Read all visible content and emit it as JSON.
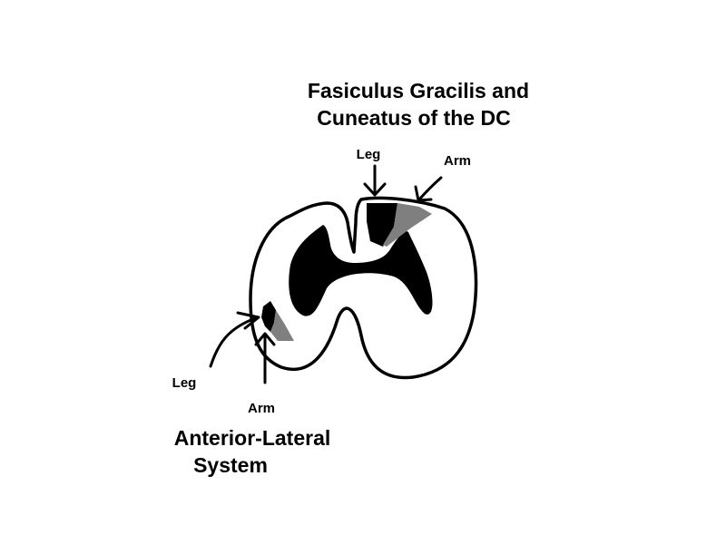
{
  "labels": {
    "dc_title_line1": "Fasiculus Gracilis and",
    "dc_title_line2": "Cuneatus of the DC",
    "dc_leg": "Leg",
    "dc_arm": "Arm",
    "al_leg": "Leg",
    "al_arm": "Arm",
    "al_title_line1": "Anterior-Lateral",
    "al_title_line2": "System"
  },
  "colors": {
    "outline": "#000000",
    "gray_matter": "#000000",
    "leg_region": "#000000",
    "arm_region": "#7f7f7f",
    "background": "#ffffff"
  }
}
